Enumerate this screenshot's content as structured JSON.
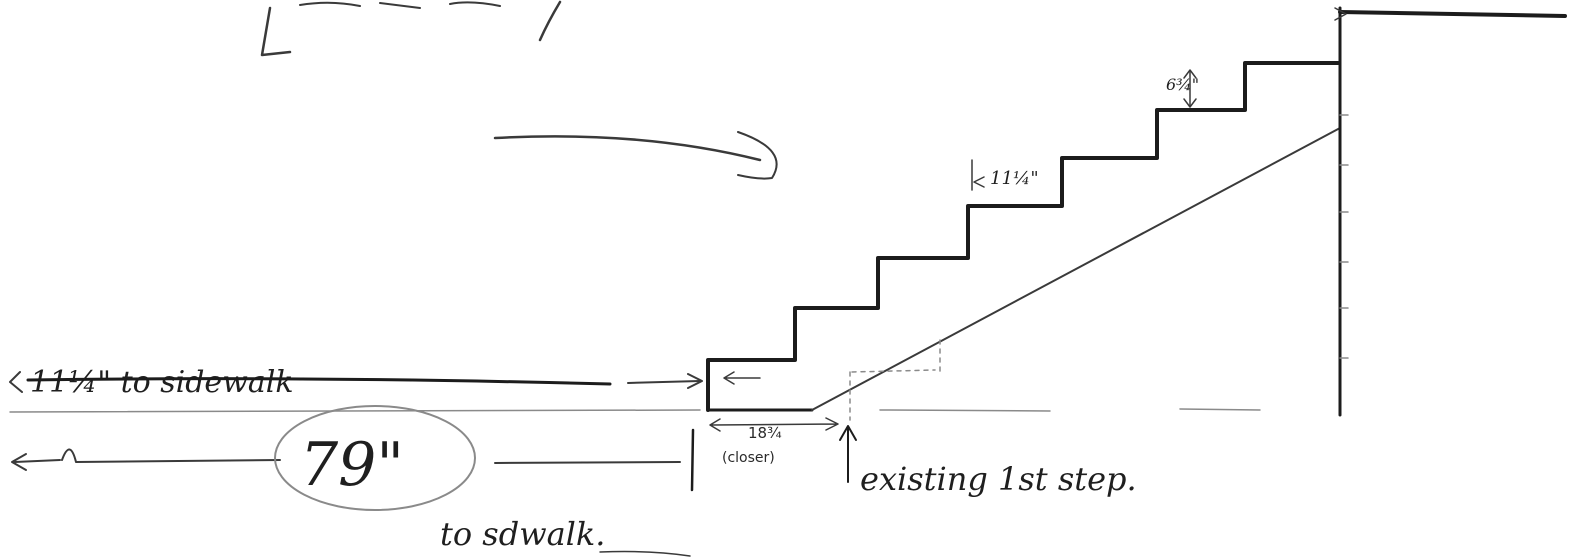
{
  "notes": {
    "top_fragment": "... ",
    "riser_height": "6¾\"",
    "tread_depth": "11¼\"",
    "struck_note": "11¼\" to sidewalk",
    "sidewalk_distance": "79\"",
    "to_sidewalk": "to sdwalk.",
    "bottom_tread": "18¾",
    "closer": "(closer)",
    "existing_step": "existing 1st step."
  },
  "colors": {
    "ink": "#1c1c1c",
    "faint_ink": "#8a8a8a",
    "paper": "#ffffff"
  }
}
